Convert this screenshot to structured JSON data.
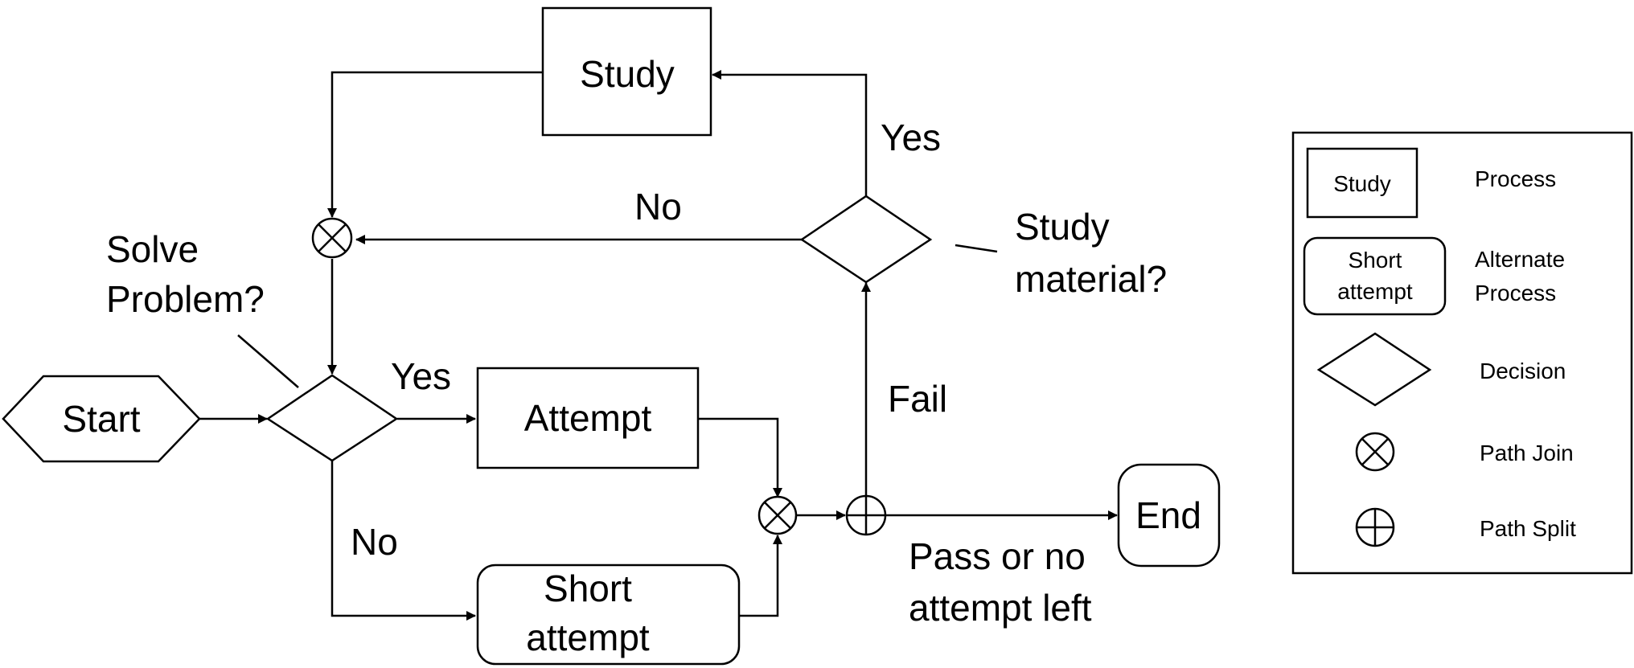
{
  "nodes": {
    "start": "Start",
    "attempt": "Attempt",
    "short_attempt_1": "Short",
    "short_attempt_2": "attempt",
    "study": "Study",
    "end": "End"
  },
  "labels": {
    "solve_problem_1": "Solve",
    "solve_problem_2": "Problem?",
    "study_material_1": "Study",
    "study_material_2": "material?",
    "yes_attempt": "Yes",
    "no_short": "No",
    "yes_study": "Yes",
    "no_back": "No",
    "fail": "Fail",
    "pass_1": "Pass or no",
    "pass_2": "attempt left"
  },
  "legend": {
    "process_box": "Study",
    "process": "Process",
    "alt_box_1": "Short",
    "alt_box_2": "attempt",
    "alt_1": "Alternate",
    "alt_2": "Process",
    "decision": "Decision",
    "path_join": "Path Join",
    "path_split": "Path Split"
  }
}
